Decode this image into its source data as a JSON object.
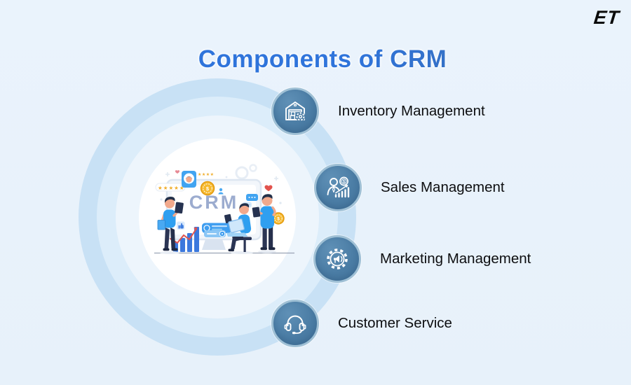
{
  "page": {
    "title": "Components of CRM",
    "logo": "ET"
  },
  "items": [
    {
      "label": "Inventory Management",
      "icon": "warehouse-gear-icon"
    },
    {
      "label": "Sales Management",
      "icon": "salesperson-coin-chart-icon"
    },
    {
      "label": "Marketing Management",
      "icon": "gear-megaphone-icon"
    },
    {
      "label": "Customer Service",
      "icon": "headset-icon"
    }
  ],
  "illustration": {
    "monitor_text": "CRM",
    "rating_stars": "★★★★★",
    "mini_stars": "★★★★",
    "coin_symbol": "$"
  },
  "colors": {
    "background": "#e9f2fb",
    "title_blue": "#2f74db",
    "title_blue_dark": "#3e6ba3",
    "label_text": "#0d0e10",
    "badge_fill": "#4b7da5",
    "badge_ring": "#9fc0d5",
    "ring_outer": "#c8e1f5",
    "ring_mid": "#dcedfa",
    "ring_pale": "#edf5fc",
    "inner_circle": "#ffffff",
    "bright_blue": "#2f9ff0",
    "navy": "#2b3554",
    "skin": "#f2a98c",
    "gold": "#f6b92e",
    "red": "#e2534d",
    "crm_text": "#9caccf",
    "bar_blue": "#3b78dd",
    "logo_black": "#0a0a0a"
  }
}
